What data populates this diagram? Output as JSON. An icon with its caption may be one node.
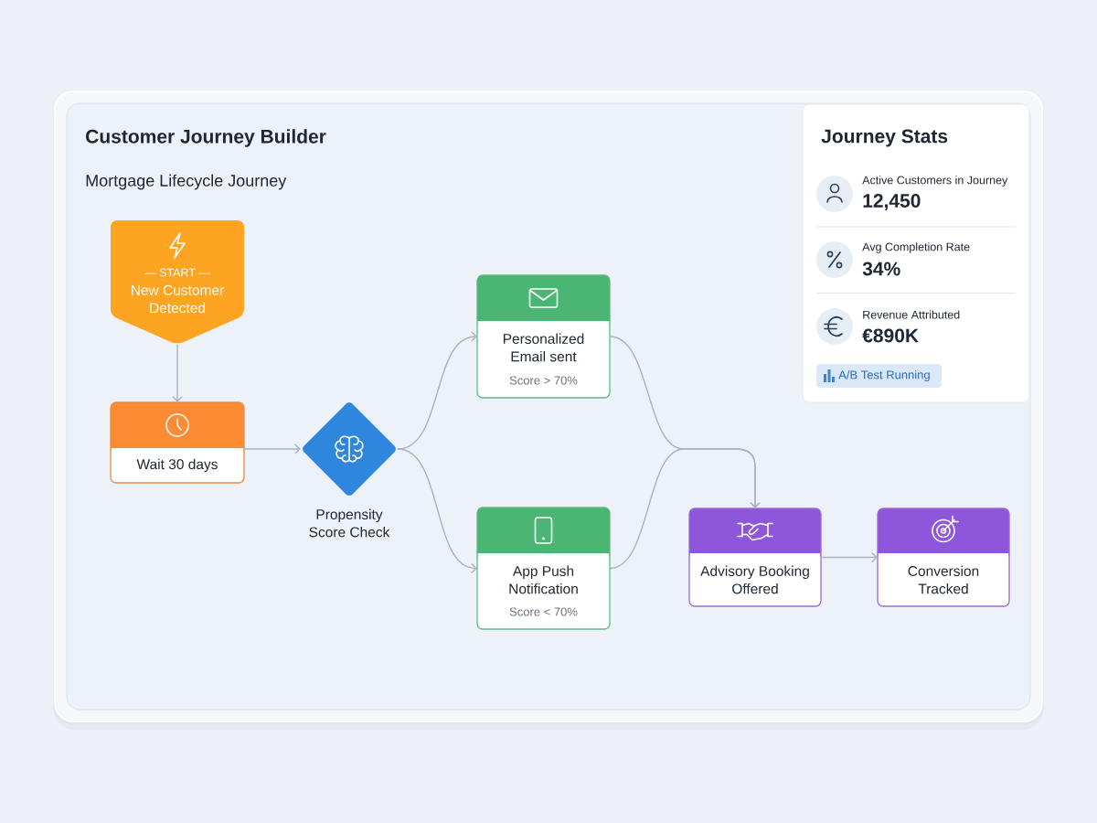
{
  "diagram": {
    "nodes": [
      {
        "text": [
          "Customer Journey Builder",
          "Mortgage Lifecycle Journey"
        ]
      },
      {
        "text": [
          "— START —",
          "New Customer Detected"
        ],
        "in": 0
      },
      {
        "text": [
          "Wait 30 days"
        ],
        "in": 0
      },
      {
        "text": [],
        "shape": "diamond",
        "beside": [
          "Propensity Score Check"
        ],
        "in": 0
      },
      {
        "text": [
          "Personalized Email sent",
          "Score > 70%"
        ],
        "in": 0
      },
      {
        "text": [
          "App Push Notification",
          "Score < 70%"
        ],
        "in": 0
      },
      {
        "text": [
          "Advisory Booking Offered"
        ],
        "in": 0
      },
      {
        "text": [
          "Conversion Tracked"
        ],
        "in": 0
      },
      {
        "text": [
          "Journey Stats",
          "Active Customers in Journey",
          "12,450",
          "Avg Completion Rate",
          "34%",
          "Revenue Attributed",
          "€890K"
        ],
        "in": 0
      },
      {
        "text": [
          "A/B Test Running"
        ],
        "in": 8
      }
    ],
    "edges": [
      {
        "from": 1,
        "to": 2,
        "arrow": "to"
      },
      {
        "from": 2,
        "to": 3,
        "arrow": "to"
      },
      {
        "from": 3,
        "to": 4,
        "arrow": "to"
      },
      {
        "from": 3,
        "to": 5,
        "arrow": "to"
      },
      {
        "from": 4,
        "to": 6,
        "arrow": "to"
      },
      {
        "from": 5,
        "to": 6,
        "arrow": "to"
      },
      {
        "from": 6,
        "to": 7,
        "arrow": "to"
      }
    ]
  }
}
